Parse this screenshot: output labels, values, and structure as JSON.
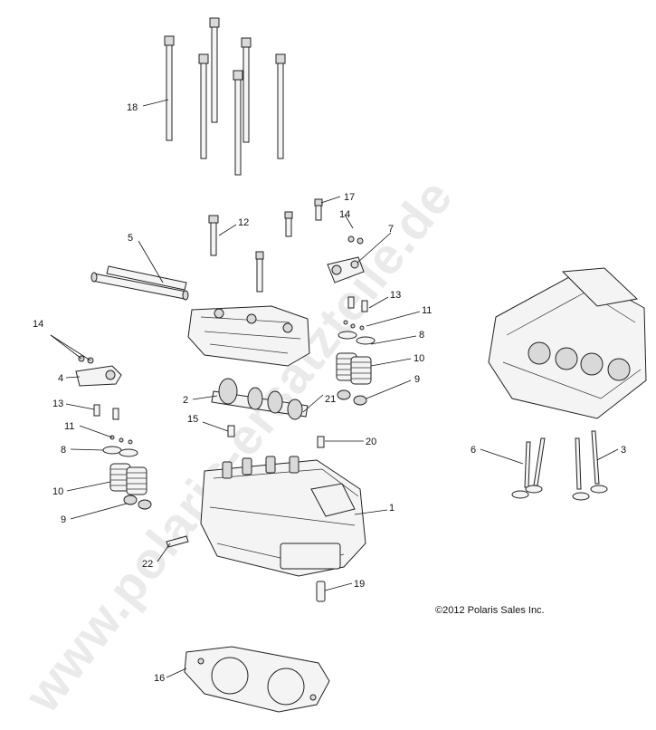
{
  "watermark": "www.polaris-ersatzteile.de",
  "copyright": "©2012 Polaris Sales Inc.",
  "callouts": {
    "c18": "18",
    "c17": "17",
    "c12": "12",
    "c14a": "14",
    "c7": "7",
    "c5": "5",
    "c13a": "13",
    "c11a": "11",
    "c8a": "8",
    "c10a": "10",
    "c9a": "9",
    "c14b": "14",
    "c4": "4",
    "c2": "2",
    "c21": "21",
    "c13b": "13",
    "c15": "15",
    "c20": "20",
    "c11b": "11",
    "c8b": "8",
    "c10b": "10",
    "c9b": "9",
    "c1": "1",
    "c6": "6",
    "c3": "3",
    "c22": "22",
    "c19": "19",
    "c16": "16"
  }
}
